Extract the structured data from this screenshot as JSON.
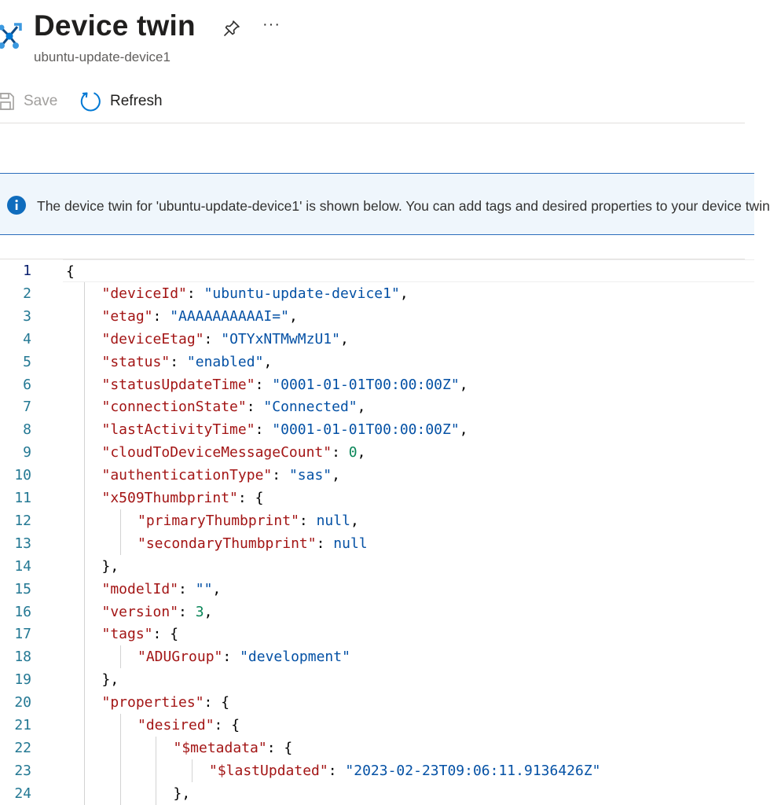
{
  "header": {
    "title": "Device twin",
    "subtitle": "ubuntu-update-device1",
    "more_label": "···",
    "icons": [
      "iot-device-icon",
      "pin-icon",
      "more-icon"
    ]
  },
  "toolbar": {
    "save_label": "Save",
    "refresh_label": "Refresh"
  },
  "banner": {
    "text": "The device twin for 'ubuntu-update-device1' is shown below. You can add tags and desired properties to your device twin"
  },
  "editor": {
    "current_line": 1,
    "lines": [
      {
        "n": "1",
        "indent": 0,
        "t": [
          [
            "p",
            "{"
          ]
        ]
      },
      {
        "n": "2",
        "indent": 1,
        "t": [
          [
            "k",
            "\"deviceId\""
          ],
          [
            "p",
            ": "
          ],
          [
            "s",
            "\"ubuntu-update-device1\""
          ],
          [
            "p",
            ","
          ]
        ]
      },
      {
        "n": "3",
        "indent": 1,
        "t": [
          [
            "k",
            "\"etag\""
          ],
          [
            "p",
            ": "
          ],
          [
            "s",
            "\"AAAAAAAAAAI=\""
          ],
          [
            "p",
            ","
          ]
        ]
      },
      {
        "n": "4",
        "indent": 1,
        "t": [
          [
            "k",
            "\"deviceEtag\""
          ],
          [
            "p",
            ": "
          ],
          [
            "s",
            "\"OTYxNTMwMzU1\""
          ],
          [
            "p",
            ","
          ]
        ]
      },
      {
        "n": "5",
        "indent": 1,
        "t": [
          [
            "k",
            "\"status\""
          ],
          [
            "p",
            ": "
          ],
          [
            "s",
            "\"enabled\""
          ],
          [
            "p",
            ","
          ]
        ]
      },
      {
        "n": "6",
        "indent": 1,
        "t": [
          [
            "k",
            "\"statusUpdateTime\""
          ],
          [
            "p",
            ": "
          ],
          [
            "s",
            "\"0001-01-01T00:00:00Z\""
          ],
          [
            "p",
            ","
          ]
        ]
      },
      {
        "n": "7",
        "indent": 1,
        "t": [
          [
            "k",
            "\"connectionState\""
          ],
          [
            "p",
            ": "
          ],
          [
            "s",
            "\"Connected\""
          ],
          [
            "p",
            ","
          ]
        ]
      },
      {
        "n": "8",
        "indent": 1,
        "t": [
          [
            "k",
            "\"lastActivityTime\""
          ],
          [
            "p",
            ": "
          ],
          [
            "s",
            "\"0001-01-01T00:00:00Z\""
          ],
          [
            "p",
            ","
          ]
        ]
      },
      {
        "n": "9",
        "indent": 1,
        "t": [
          [
            "k",
            "\"cloudToDeviceMessageCount\""
          ],
          [
            "p",
            ": "
          ],
          [
            "n",
            "0"
          ],
          [
            "p",
            ","
          ]
        ]
      },
      {
        "n": "10",
        "indent": 1,
        "t": [
          [
            "k",
            "\"authenticationType\""
          ],
          [
            "p",
            ": "
          ],
          [
            "s",
            "\"sas\""
          ],
          [
            "p",
            ","
          ]
        ]
      },
      {
        "n": "11",
        "indent": 1,
        "t": [
          [
            "k",
            "\"x509Thumbprint\""
          ],
          [
            "p",
            ": {"
          ]
        ]
      },
      {
        "n": "12",
        "indent": 2,
        "t": [
          [
            "k",
            "\"primaryThumbprint\""
          ],
          [
            "p",
            ": "
          ],
          [
            "kw",
            "null"
          ],
          [
            "p",
            ","
          ]
        ]
      },
      {
        "n": "13",
        "indent": 2,
        "t": [
          [
            "k",
            "\"secondaryThumbprint\""
          ],
          [
            "p",
            ": "
          ],
          [
            "kw",
            "null"
          ]
        ]
      },
      {
        "n": "14",
        "indent": 1,
        "t": [
          [
            "p",
            "},"
          ]
        ]
      },
      {
        "n": "15",
        "indent": 1,
        "t": [
          [
            "k",
            "\"modelId\""
          ],
          [
            "p",
            ": "
          ],
          [
            "s",
            "\"\""
          ],
          [
            "p",
            ","
          ]
        ]
      },
      {
        "n": "16",
        "indent": 1,
        "t": [
          [
            "k",
            "\"version\""
          ],
          [
            "p",
            ": "
          ],
          [
            "n",
            "3"
          ],
          [
            "p",
            ","
          ]
        ]
      },
      {
        "n": "17",
        "indent": 1,
        "t": [
          [
            "k",
            "\"tags\""
          ],
          [
            "p",
            ": {"
          ]
        ]
      },
      {
        "n": "18",
        "indent": 2,
        "t": [
          [
            "k",
            "\"ADUGroup\""
          ],
          [
            "p",
            ": "
          ],
          [
            "s",
            "\"development\""
          ]
        ]
      },
      {
        "n": "19",
        "indent": 1,
        "t": [
          [
            "p",
            "},"
          ]
        ]
      },
      {
        "n": "20",
        "indent": 1,
        "t": [
          [
            "k",
            "\"properties\""
          ],
          [
            "p",
            ": {"
          ]
        ]
      },
      {
        "n": "21",
        "indent": 2,
        "t": [
          [
            "k",
            "\"desired\""
          ],
          [
            "p",
            ": {"
          ]
        ]
      },
      {
        "n": "22",
        "indent": 3,
        "t": [
          [
            "k",
            "\"$metadata\""
          ],
          [
            "p",
            ": {"
          ]
        ]
      },
      {
        "n": "23",
        "indent": 4,
        "t": [
          [
            "k",
            "\"$lastUpdated\""
          ],
          [
            "p",
            ": "
          ],
          [
            "s",
            "\"2023-02-23T09:06:11.9136426Z\""
          ]
        ]
      },
      {
        "n": "24",
        "indent": 3,
        "t": [
          [
            "p",
            "},"
          ]
        ]
      }
    ]
  }
}
